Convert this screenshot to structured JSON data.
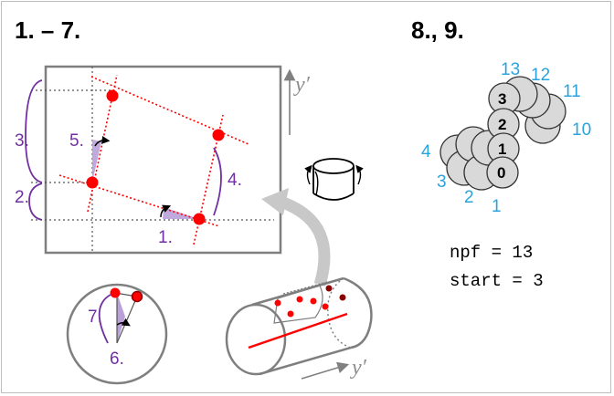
{
  "headers": {
    "left": "1. – 7.",
    "right": "8., 9."
  },
  "step_labels": {
    "s1": "1.",
    "s2": "2.",
    "s3": "3.",
    "s4": "4.",
    "s5": "5.",
    "s6": "6.",
    "s7": "7."
  },
  "axis_labels": {
    "main": "y′",
    "cylinder": "y′"
  },
  "protofilament_numbers": [
    "1",
    "2",
    "3",
    "4",
    "10",
    "11",
    "12",
    "13"
  ],
  "subunit_labels": [
    "0",
    "1",
    "2",
    "3"
  ],
  "parameters": {
    "npf": "npf = 13",
    "start": "start = 3"
  },
  "colors": {
    "red": "#ff0000",
    "dark_red": "#8b0000",
    "purple": "#7030a0",
    "blue": "#2aa3dc",
    "gray": "#808080",
    "light_gray": "#c8c8c8",
    "subunit_fill": "#d9d9d9"
  }
}
